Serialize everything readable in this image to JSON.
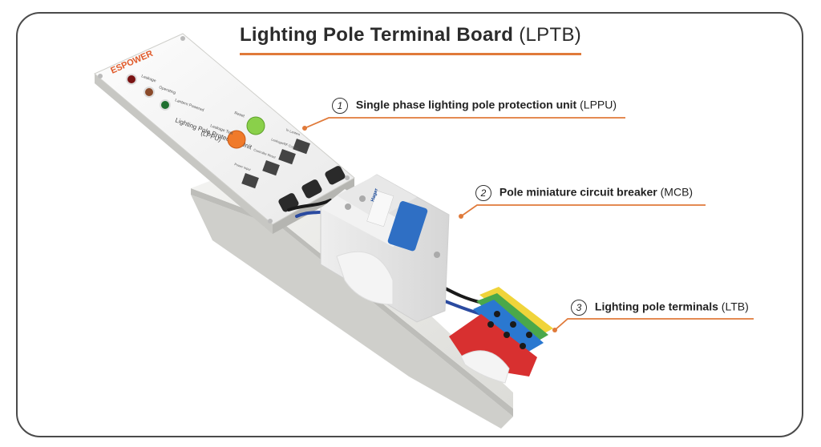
{
  "title": {
    "bold": "Lighting Pole Terminal Board",
    "abbr": "(LPTB)"
  },
  "accent_color": "#e07a3a",
  "unit_text": {
    "brand": "ESPOWER",
    "indicators": [
      "Leakage",
      "Operating",
      "Lantern Powered"
    ],
    "name_line1": "Lighting Pole Protection Unit",
    "name_line2": "(LPPU)",
    "btn_test": "Leakage Test",
    "btn_reset": "Reset",
    "terminals": [
      "Power Input",
      "Controller Reset",
      "Leakage/RF Control",
      "To Lantern"
    ]
  },
  "mcb_text": {
    "brand": "Hager"
  },
  "callouts": [
    {
      "num": "1",
      "bold": "Single phase lighting pole protection unit",
      "abbr": "(LPPU)"
    },
    {
      "num": "2",
      "bold": "Pole miniature circuit breaker",
      "abbr": "(MCB)"
    },
    {
      "num": "3",
      "bold": "Lighting pole terminals",
      "abbr": "(LTB)"
    }
  ]
}
